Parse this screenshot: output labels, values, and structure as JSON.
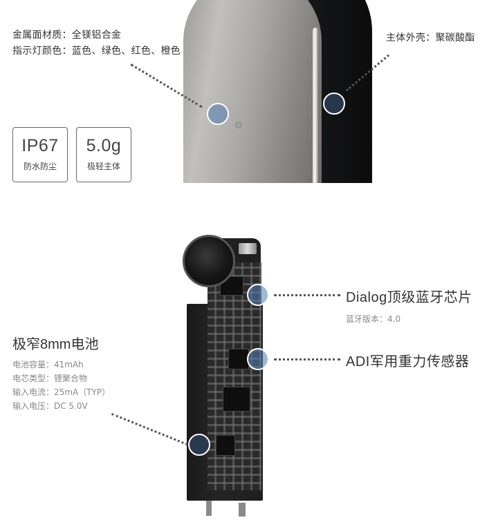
{
  "top": {
    "material_line": "金属面材质：全镁铝合金",
    "indicator_line": "指示灯颜色：蓝色、绿色、红色、橙色",
    "shell_line": "主体外壳：聚碳酸酯",
    "badges": [
      {
        "big": "IP67",
        "small": "防水防尘"
      },
      {
        "big": "5.0g",
        "small": "极轻主体"
      }
    ]
  },
  "bottom": {
    "chip_title": "Dialog顶级蓝牙芯片",
    "chip_sub": "蓝牙版本：4.0",
    "sensor_title": "ADI军用重力传感器",
    "battery_title": "极窄8mm电池",
    "battery_specs": [
      "电池容量：41mAh",
      "电芯类型：锂聚合物",
      "输入电流：25mA（TYP）",
      "输入电压：DC 5.0V"
    ]
  }
}
